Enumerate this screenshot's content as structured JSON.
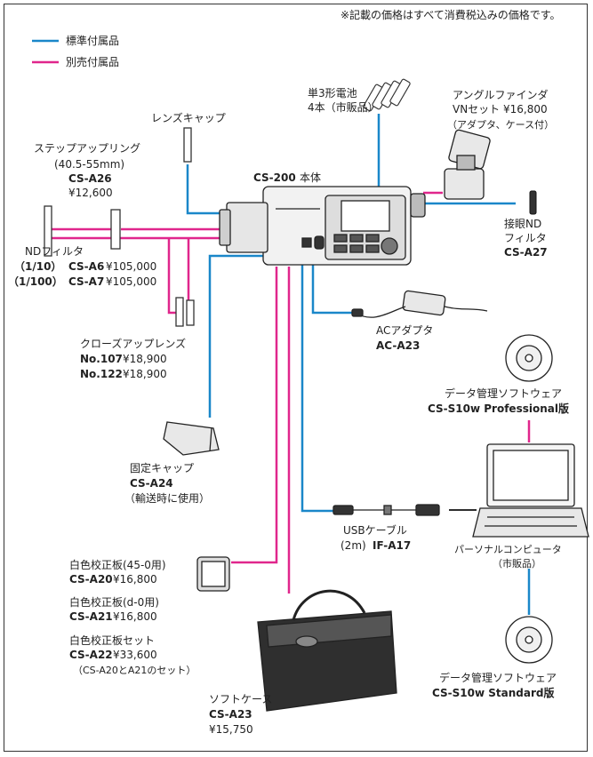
{
  "note": "※記載の価格はすべて消費税込みの価格です。",
  "legend": {
    "standard": "標準付属品",
    "optional": "別売付属品",
    "standard_color": "#1a87c9",
    "optional_color": "#e0268c"
  },
  "body": {
    "model": "CS-200",
    "suffix": "本体"
  },
  "battery": {
    "line1": "単3形電池",
    "line2": "4本（市販品）"
  },
  "lens_cap": {
    "name": "レンズキャップ"
  },
  "angle_finder": {
    "name": "アングルファインダ",
    "set": "VNセット ¥16,800",
    "note": "（アダプタ、ケース付）"
  },
  "step_ring": {
    "name": "ステップアップリング",
    "size": "(40.5-55mm)",
    "model": "CS-A26",
    "price": "¥12,600"
  },
  "nd_eye": {
    "line1": "接眼ND",
    "line2": "フィルタ",
    "model": "CS-A27"
  },
  "nd_filter": {
    "name": "NDフィルタ",
    "r1_ratio": "（1/10）",
    "r1_model": "CS-A6",
    "r1_price": "¥105,000",
    "r2_ratio": "（1/100）",
    "r2_model": "CS-A7",
    "r2_price": "¥105,000"
  },
  "close_up": {
    "name": "クローズアップレンズ",
    "m1": "No.107",
    "p1": "¥18,900",
    "m2": "No.122",
    "p2": "¥18,900"
  },
  "ac": {
    "name": "ACアダプタ",
    "model": "AC-A23"
  },
  "sw_pro": {
    "name": "データ管理ソフトウェア",
    "model": "CS-S10w Professional版"
  },
  "fixed_cap": {
    "name": "固定キャップ",
    "model": "CS-A24",
    "note": "（輸送時に使用）"
  },
  "usb": {
    "name": "USBケーブル",
    "size": "(2m)",
    "model": "IF-A17"
  },
  "pc": {
    "name": "パーソナルコンピュータ",
    "note": "（市販品）"
  },
  "white1": {
    "name": "白色校正板(45-0用)",
    "model": "CS-A20",
    "price": "¥16,800"
  },
  "white2": {
    "name": "白色校正板(d-0用)",
    "model": "CS-A21",
    "price": "¥16,800"
  },
  "white_set": {
    "name": "白色校正板セット",
    "model": "CS-A22",
    "price": "¥33,600",
    "note": "（CS-A20とA21のセット）"
  },
  "sw_std": {
    "name": "データ管理ソフトウェア",
    "model": "CS-S10w Standard版"
  },
  "soft_case": {
    "name": "ソフトケース",
    "model": "CS-A23",
    "price": "¥15,750"
  }
}
